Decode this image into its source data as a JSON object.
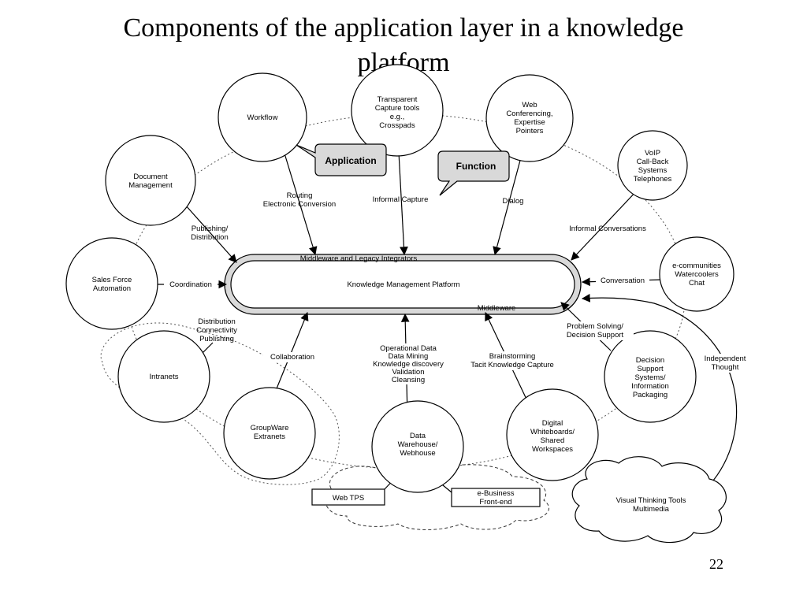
{
  "slide": {
    "title_line1": "Components of the application layer in a knowledge",
    "title_line2": "platform",
    "page_number": "22"
  },
  "platform": {
    "top_label": "Middleware and Legacy Integrators",
    "center_label": "Knowledge Management Platform",
    "bottom_label": "Middleware"
  },
  "callouts": {
    "application": "Application",
    "function": "Function"
  },
  "nodes": {
    "workflow": [
      "Workflow"
    ],
    "transparent_capture": [
      "Transparent",
      "Capture tools",
      "e.g.,",
      "Crosspads"
    ],
    "web_conferencing": [
      "Web",
      "Conferencing,",
      "Expertise",
      "Pointers"
    ],
    "voip": [
      "VoIP",
      "Call-Back",
      "Systems",
      "Telephones"
    ],
    "document_management": [
      "Document",
      "Management"
    ],
    "sales_force": [
      "Sales Force",
      "Automation"
    ],
    "e_communities": [
      "e-communities",
      "Watercoolers",
      "Chat"
    ],
    "intranets": [
      "Intranets"
    ],
    "groupware": [
      "GroupWare",
      "Extranets"
    ],
    "data_warehouse": [
      "Data",
      "Warehouse/",
      "Webhouse"
    ],
    "digital_whiteboards": [
      "Digital",
      "Whiteboards/",
      "Shared",
      "Workspaces"
    ],
    "decision_support": [
      "Decision",
      "Support",
      "Systems/",
      "Information",
      "Packaging"
    ],
    "visual_thinking": [
      "Visual Thinking Tools",
      "Multimedia"
    ]
  },
  "boxes": {
    "web_tps": "Web TPS",
    "ebusiness": [
      "e-Business",
      "Front-end"
    ]
  },
  "edge_labels": {
    "routing": [
      "Routing",
      "Electronic Conversion"
    ],
    "informal_capture": [
      "Informal Capture"
    ],
    "dialog": [
      "Dialog"
    ],
    "informal_conversations": [
      "Informal Conversations"
    ],
    "publishing": [
      "Publishing/",
      "Distribution"
    ],
    "coordination": [
      "Coordination"
    ],
    "conversation": [
      "Conversation"
    ],
    "distribution": [
      "Distribution",
      "Connectivity",
      "Publishing"
    ],
    "collaboration": [
      "Collaboration"
    ],
    "operational_data": [
      "Operational Data",
      "Data Mining",
      "Knowledge discovery",
      "Validation",
      "Cleansing"
    ],
    "brainstorming": [
      "Brainstorming",
      "Tacit Knowledge Capture"
    ],
    "problem_solving": [
      "Problem Solving/",
      "Decision Support"
    ],
    "independent_thought": [
      "Independent",
      "Thought"
    ]
  }
}
